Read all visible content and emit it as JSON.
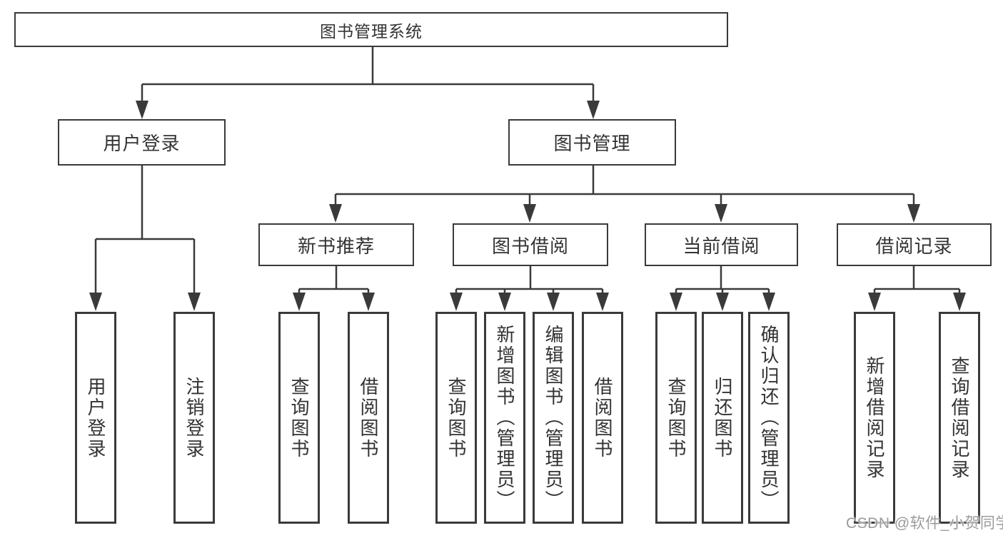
{
  "colors": {
    "line": "#3a3a3a",
    "text": "#333333",
    "background": "#ffffff",
    "watermark": "#9b9b9b"
  },
  "diagram": {
    "root": {
      "label": "图书管理系统"
    },
    "level2": [
      {
        "label": "用户登录"
      },
      {
        "label": "图书管理"
      }
    ],
    "level3": [
      {
        "label": "新书推荐",
        "parent": "图书管理"
      },
      {
        "label": "图书借阅",
        "parent": "图书管理"
      },
      {
        "label": "当前借阅",
        "parent": "图书管理"
      },
      {
        "label": "借阅记录",
        "parent": "图书管理"
      }
    ],
    "leaves": [
      {
        "label": "用户登录",
        "parent": "用户登录"
      },
      {
        "label": "注销登录",
        "parent": "用户登录"
      },
      {
        "label": "查询图书",
        "parent": "新书推荐"
      },
      {
        "label": "借阅图书",
        "parent": "新书推荐"
      },
      {
        "label": "查询图书",
        "parent": "图书借阅"
      },
      {
        "label": "新增图书（管理员）",
        "parent": "图书借阅"
      },
      {
        "label": "编辑图书（管理员）",
        "parent": "图书借阅"
      },
      {
        "label": "借阅图书",
        "parent": "图书借阅"
      },
      {
        "label": "查询图书",
        "parent": "当前借阅"
      },
      {
        "label": "归还图书",
        "parent": "当前借阅"
      },
      {
        "label": "确认归还（管理员）",
        "parent": "当前借阅"
      },
      {
        "label": "新增借阅记录",
        "parent": "借阅记录"
      },
      {
        "label": "查询借阅记录",
        "parent": "借阅记录"
      }
    ],
    "watermark": "CSDN @软件_小贺同学"
  }
}
